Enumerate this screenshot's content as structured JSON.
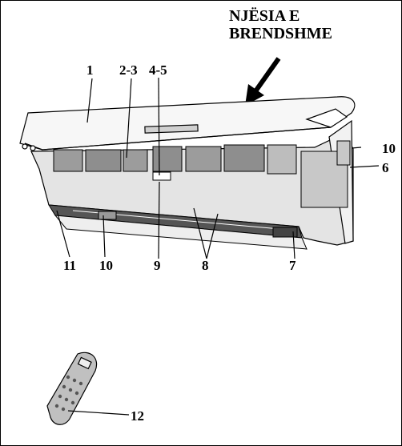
{
  "title": {
    "line1": "NJËSIA E",
    "line2": "BRENDSHME"
  },
  "callouts": {
    "c1": "1",
    "c2_3": "2-3",
    "c4_5": "4-5",
    "c6": "6",
    "c7": "7",
    "c8": "8",
    "c9": "9",
    "c10_right": "10",
    "c10_bottom": "10",
    "c11": "11",
    "c12": "12"
  }
}
